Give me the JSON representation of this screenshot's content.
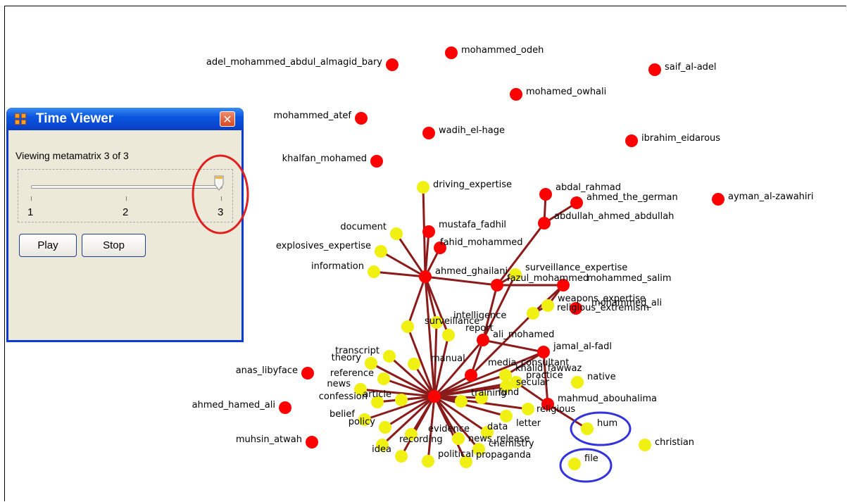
{
  "time_viewer": {
    "title": "Time Viewer",
    "close_glyph": "✕",
    "status": "Viewing metamatrix 3 of 3",
    "slider": {
      "min": 1,
      "max": 3,
      "value": 3,
      "tick_labels": [
        "1",
        "2",
        "3"
      ]
    },
    "play_label": "Play",
    "stop_label": "Stop"
  },
  "graph": {
    "agent_color": "#ff0000",
    "knowledge_color": "#f0f012",
    "edge_color": "#8b1a1a",
    "highlight_colors": {
      "slider": "#e02020",
      "nodes": "#3333dd"
    },
    "labels": [
      "adel_mohammed_abdul_almagid_bary",
      "mohammed_odeh",
      "saif_al-adel",
      "mohamed_owhali",
      "mohammed_atef",
      "wadih_el-hage",
      "ibrahim_eidarous",
      "khalfan_mohamed",
      "driving_expertise",
      "abdal_rahmad",
      "ahmed_the_german",
      "ayman_al-zawahiri",
      "abdullah_ahmed_abdullah",
      "document",
      "mustafa_fadhil",
      "explosives_expertise",
      "fahid_mohammed",
      "information",
      "ahmed_ghailani",
      "surveillance_expertise",
      "fazul_mohammed",
      "mohammed_salim",
      "weapons_expertise",
      "mohammed_ali",
      "religious_extremism",
      "intelligence",
      "surveillance",
      "report",
      "ali_mohamed",
      "jamal_al-fadl",
      "transcript",
      "theory",
      "manual",
      "media_consultant",
      "anas_libyface",
      "reference",
      "khalid_fawwaz",
      "practice",
      "native",
      "news",
      "secular",
      "confession",
      "article",
      "training",
      "fund",
      "mahmud_abouhalima",
      "ahmed_hamed_ali",
      "belief",
      "policy",
      "religious",
      "letter",
      "hum",
      "evidence",
      "data",
      "muhsin_atwah",
      "recording",
      "news_release",
      "christian",
      "idea",
      "chemistry",
      "political",
      "propaganda",
      "file"
    ]
  }
}
